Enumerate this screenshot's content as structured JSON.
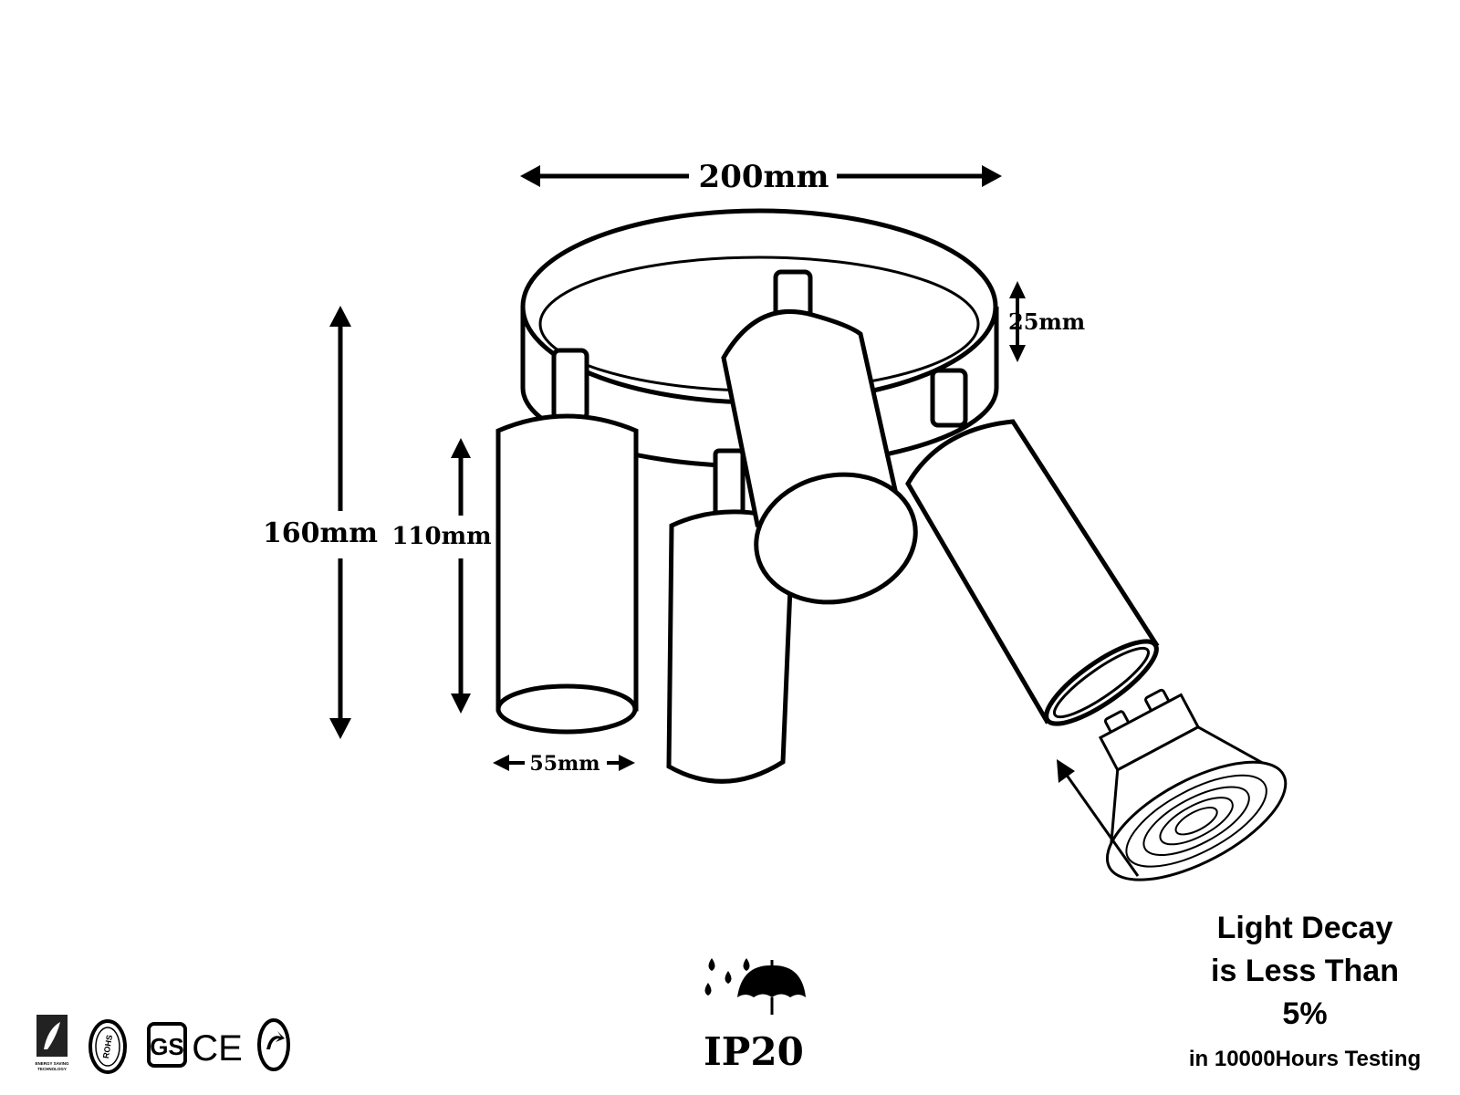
{
  "dimensions": {
    "width": "200mm",
    "height_total": "160mm",
    "height_spot": "110mm",
    "base_depth": "25mm",
    "spot_diameter": "55mm"
  },
  "rating": {
    "ip": "IP20",
    "icon": "umbrella-rain-icon"
  },
  "light_decay": {
    "line1": "Light Decay",
    "line2": "is Less Than",
    "line3": "5%",
    "line4": "in 10000Hours Testing"
  },
  "certifications": {
    "energy_saving_text1": "ENERGY SAVING",
    "energy_saving_text2": "TECHNOLOGY",
    "rohs": "ROHS",
    "gs": "GS",
    "ce": "CE"
  }
}
